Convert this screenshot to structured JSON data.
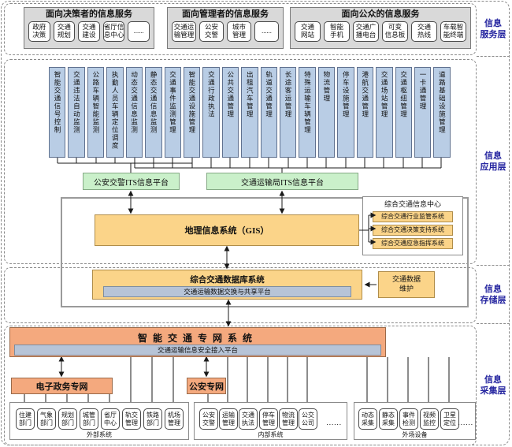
{
  "colors": {
    "system_box_blue": "#b9cde5",
    "platform_green": "#caf0ca",
    "data_orange": "#fbd489",
    "network_salmon": "#f4a97e",
    "bar_bluegray": "#b7c4d7",
    "group_gray": "#d9d9d9",
    "layer_label_blue": "#2626a0"
  },
  "layers": {
    "service": {
      "label": [
        "信息",
        "服务层"
      ]
    },
    "application": {
      "label": [
        "信息",
        "应用层"
      ]
    },
    "storage": {
      "label": [
        "信息",
        "存储层"
      ]
    },
    "collection": {
      "label": [
        "信息",
        "采集层"
      ]
    }
  },
  "service_layer": {
    "groups": [
      {
        "title": "面向决策者的信息服务",
        "items": [
          "政府\n决策",
          "交通\n规划",
          "交通\n建设",
          "省厅信\n息中心",
          "......"
        ]
      },
      {
        "title": "面向管理者的信息服务",
        "items": [
          "交通运\n输管理",
          "公安\n交警",
          "城市\n管理",
          "......"
        ]
      },
      {
        "title": "面向公众的信息服务",
        "items": [
          "交通\n网站",
          "智能\n手机",
          "交通广\n播电台",
          "可变\n信息板",
          "交通\n热线",
          "车载智\n能终端"
        ]
      }
    ]
  },
  "application_layer": {
    "systems": [
      "智能交通信号控制",
      "交通违法自动监测",
      "公路车辆智能监测",
      "执勤人员车辆定位调度",
      "动态交通信息监测",
      "静态交通信息监测",
      "交通事件监测管理",
      "智能交通设施管理",
      "交通行政执法",
      "公共交通管理",
      "出租汽车管理",
      "轨道交通管理",
      "长途客运管理",
      "特殊运输车辆管理",
      "物流管理",
      "停车设施管理",
      "港航交通管理",
      "交通场站管理",
      "交通枢纽管理",
      "一卡通管理",
      "道路基础设施管理"
    ],
    "platforms": [
      "公安交警ITS信息平台",
      "交通运输局ITS信息平台"
    ],
    "gis": "地理信息系统（GIS）",
    "info_center": {
      "title": "综合交通信息中心",
      "systems": [
        "综合交通行业监管系统",
        "综合交通决策支持系统",
        "综合交通应急指挥系统"
      ]
    }
  },
  "storage_layer": {
    "database": "综合交通数据库系统",
    "exchange_platform": "交通运输数据交换与共享平台",
    "maintenance": "交通数据\n维护"
  },
  "collection_layer": {
    "network": "智能交通专网系统",
    "access_platform": "交通运输信息安全接入平台",
    "egov_network": "电子政务专网",
    "police_network": "公安专网",
    "groups": [
      {
        "title": "外部系统",
        "items": [
          "住建\n部门",
          "气象\n部门",
          "规划\n部门",
          "城管\n部门",
          "省厅\n中心",
          "轨交\n管理",
          "铁路\n部门",
          "机场\n管理"
        ],
        "more": ""
      },
      {
        "title": "内部系统",
        "items": [
          "公安\n交警",
          "运输\n管理",
          "交通\n执法",
          "停车\n管理",
          "物流\n管理",
          "公交\n公司"
        ],
        "more": "......"
      },
      {
        "title": "外场设备",
        "items": [
          "动态\n采集",
          "静态\n采集",
          "事件\n检测",
          "视频\n监控",
          "卫星\n定位"
        ],
        "more": "......"
      }
    ]
  }
}
